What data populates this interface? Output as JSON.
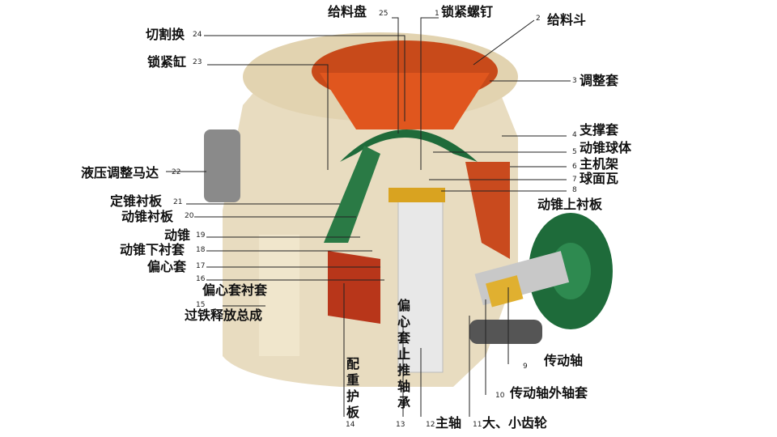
{
  "title": "圆锥破碎机结构图",
  "parts": [
    {
      "n": "1",
      "label": "锁紧螺钉"
    },
    {
      "n": "2",
      "label": "给料斗"
    },
    {
      "n": "3",
      "label": "调整套"
    },
    {
      "n": "4",
      "label": "支撑套"
    },
    {
      "n": "5",
      "label": "动锥球体"
    },
    {
      "n": "6",
      "label": "主机架"
    },
    {
      "n": "7",
      "label": "球面瓦"
    },
    {
      "n": "8",
      "label": "动锥上衬板"
    },
    {
      "n": "9",
      "label": "传动轴"
    },
    {
      "n": "10",
      "label": "传动轴外轴套"
    },
    {
      "n": "11",
      "label": "大、小齿轮"
    },
    {
      "n": "12",
      "label": "主轴"
    },
    {
      "n": "13",
      "label": "偏心套止推轴承"
    },
    {
      "n": "14",
      "label": "配重护板"
    },
    {
      "n": "15",
      "label": "过铁释放总成"
    },
    {
      "n": "16",
      "label": "偏心套衬套"
    },
    {
      "n": "17",
      "label": "偏心套"
    },
    {
      "n": "18",
      "label": "动锥下衬套"
    },
    {
      "n": "19",
      "label": "动锥"
    },
    {
      "n": "20",
      "label": "动锥衬板"
    },
    {
      "n": "21",
      "label": "定锥衬板"
    },
    {
      "n": "22",
      "label": "液压调整马达"
    },
    {
      "n": "23",
      "label": "锁紧缸"
    },
    {
      "n": "24",
      "label": "切割换"
    },
    {
      "n": "25",
      "label": "给料盘"
    }
  ]
}
